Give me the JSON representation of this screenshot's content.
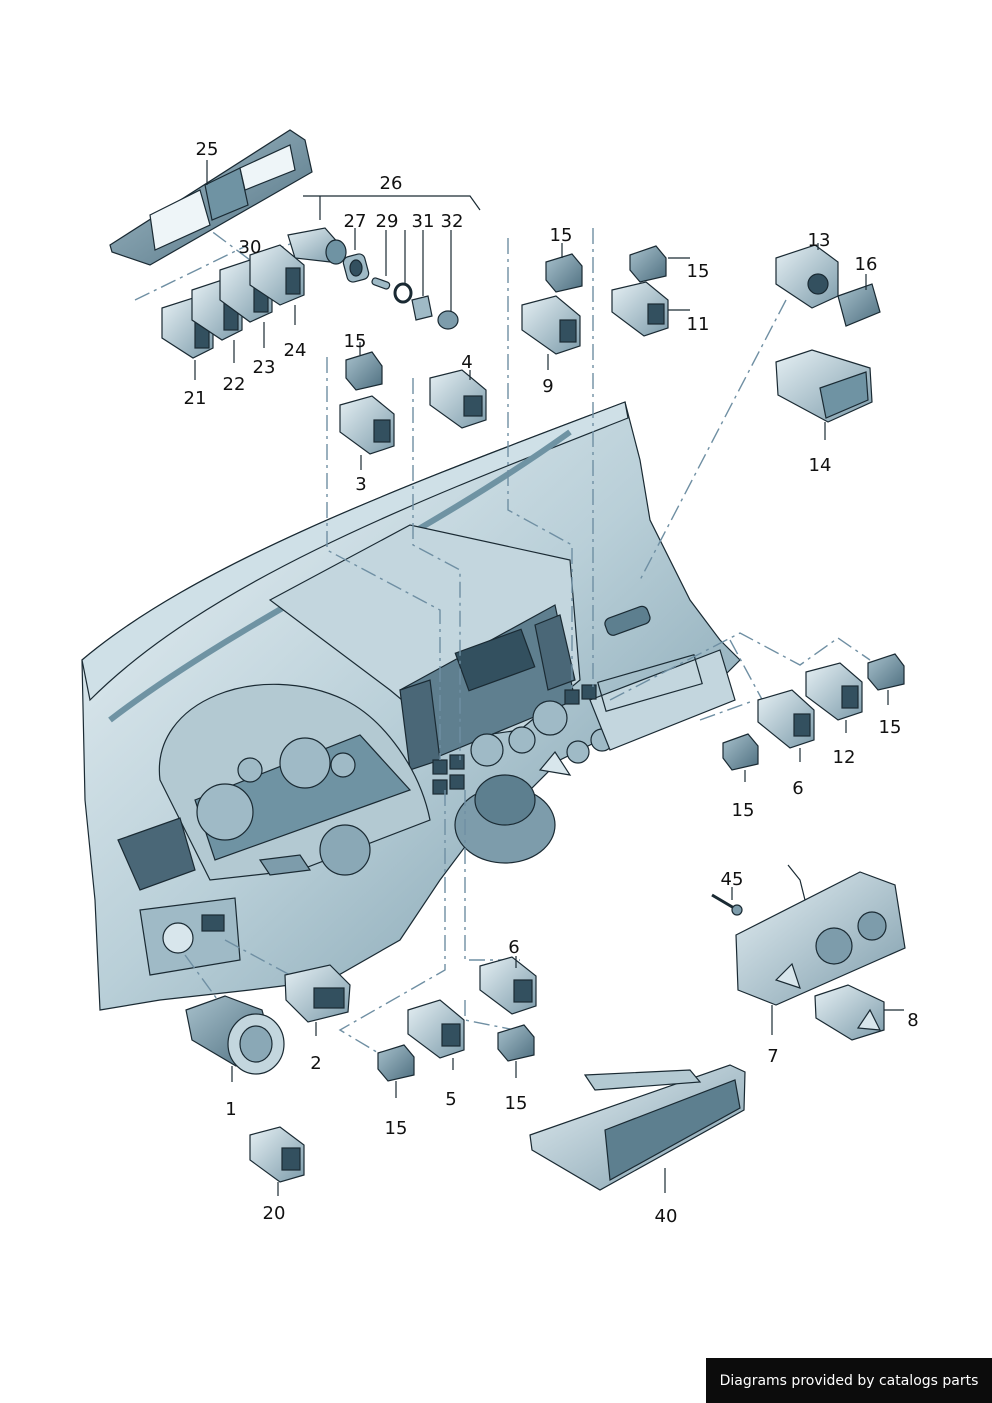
{
  "diagram": {
    "callouts": [
      {
        "id": "c25",
        "label": "25"
      },
      {
        "id": "c26",
        "label": "26"
      },
      {
        "id": "c27",
        "label": "27"
      },
      {
        "id": "c29",
        "label": "29"
      },
      {
        "id": "c31",
        "label": "31"
      },
      {
        "id": "c32",
        "label": "32"
      },
      {
        "id": "c30",
        "label": "30"
      },
      {
        "id": "c24",
        "label": "24"
      },
      {
        "id": "c23",
        "label": "23"
      },
      {
        "id": "c22",
        "label": "22"
      },
      {
        "id": "c21",
        "label": "21"
      },
      {
        "id": "c15a",
        "label": "15"
      },
      {
        "id": "c4",
        "label": "4"
      },
      {
        "id": "c3",
        "label": "3"
      },
      {
        "id": "c15b",
        "label": "15"
      },
      {
        "id": "c9",
        "label": "9"
      },
      {
        "id": "c15c",
        "label": "15"
      },
      {
        "id": "c11",
        "label": "11"
      },
      {
        "id": "c13",
        "label": "13"
      },
      {
        "id": "c16",
        "label": "16"
      },
      {
        "id": "c14",
        "label": "14"
      },
      {
        "id": "c15d",
        "label": "15"
      },
      {
        "id": "c12",
        "label": "12"
      },
      {
        "id": "c6a",
        "label": "6"
      },
      {
        "id": "c15e",
        "label": "15"
      },
      {
        "id": "c45",
        "label": "45"
      },
      {
        "id": "c7",
        "label": "7"
      },
      {
        "id": "c8",
        "label": "8"
      },
      {
        "id": "c6b",
        "label": "6"
      },
      {
        "id": "c2",
        "label": "2"
      },
      {
        "id": "c1",
        "label": "1"
      },
      {
        "id": "c5",
        "label": "5"
      },
      {
        "id": "c15f",
        "label": "15"
      },
      {
        "id": "c15g",
        "label": "15"
      },
      {
        "id": "c20",
        "label": "20"
      },
      {
        "id": "c40",
        "label": "40"
      }
    ]
  },
  "footer": {
    "credit": "Diagrams provided by catalogs parts"
  },
  "colors": {
    "part_fill_light": "#d8e6ec",
    "part_fill_mid": "#9fbac6",
    "part_fill_dark": "#5d7f8f",
    "outline": "#1a2a33",
    "leader": "#6f8fa3",
    "credit_bg": "#0c0c0c"
  }
}
